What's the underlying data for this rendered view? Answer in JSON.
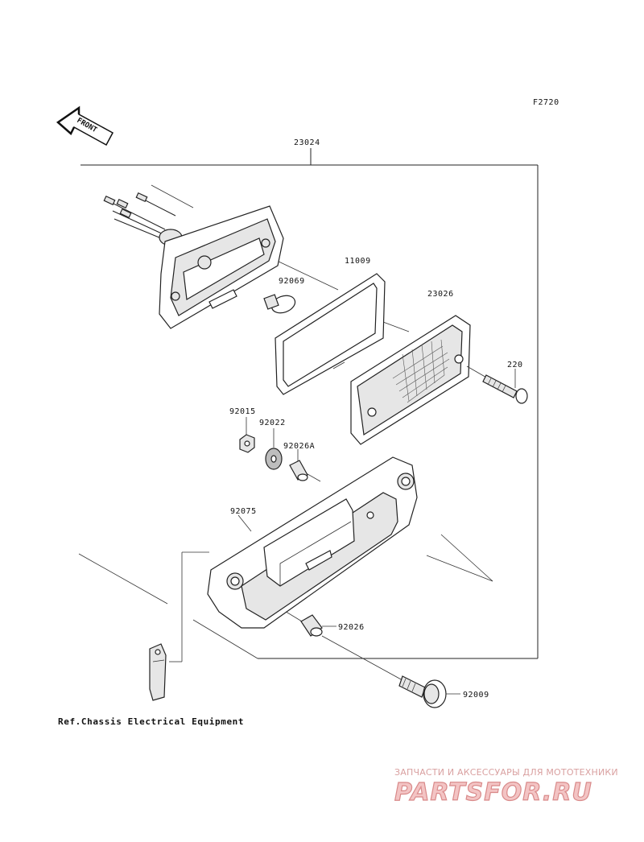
{
  "figure_code": "F2720",
  "front_label": "FRONT",
  "parts": {
    "p23024": "23024",
    "p11009": "11009",
    "p92069": "92069",
    "p23026": "23026",
    "p220": "220",
    "p92015": "92015",
    "p92022": "92022",
    "p92026A": "92026A",
    "p92075": "92075",
    "p92026": "92026",
    "p92009": "92009"
  },
  "reference_note": "Ref.Chassis Electrical Equipment",
  "watermark": {
    "tagline": "ЗАПЧАСТИ И АКСЕССУАРЫ ДЛЯ МОТОТЕХНИКИ",
    "brand": "PARTSFOR.RU"
  }
}
